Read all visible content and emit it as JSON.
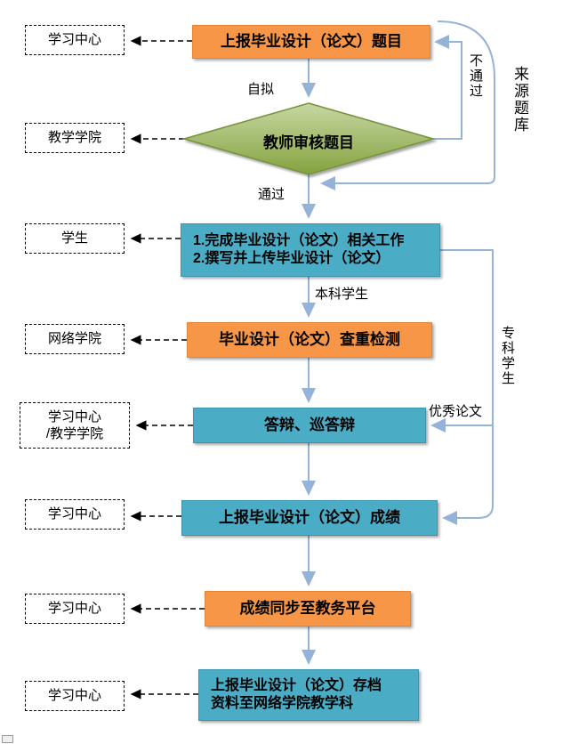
{
  "colors": {
    "orange_box": "#F79646",
    "teal_box": "#4BACC6",
    "diamond_green_light": "#C6D7A2",
    "diamond_green_dark": "#84A23F",
    "arrow_blue": "#95B3D7",
    "dashed_arrow_black": "#000000"
  },
  "left_labels": [
    {
      "lines": [
        "学习中心"
      ]
    },
    {
      "lines": [
        "教学学院"
      ]
    },
    {
      "lines": [
        "学生"
      ]
    },
    {
      "lines": [
        "网络学院"
      ]
    },
    {
      "lines": [
        "学习中心",
        "/教学学院"
      ]
    },
    {
      "lines": [
        "学习中心"
      ]
    },
    {
      "lines": [
        "学习中心"
      ]
    },
    {
      "lines": [
        "学习中心"
      ]
    }
  ],
  "flow": {
    "report_topic": "上报毕业设计（论文）题目",
    "review": "教师审核题目",
    "complete_work_line1": "1.完成毕业设计（论文）相关工作",
    "complete_work_line2": "2.撰写并上传毕业设计（论文）",
    "plagiarism": "毕业设计（论文）查重检测",
    "defense": "答辩、巡答辩",
    "report_grades": "上报毕业设计（论文）成绩",
    "sync_grades": "成绩同步至教务平台",
    "archive_line1": "上报毕业设计（论文）存档",
    "archive_line2": "资料至网络学院教学科"
  },
  "edge_labels": {
    "self_proposed": "自拟",
    "not_passed": "不通过",
    "from_bank": "来源题库",
    "passed": "通过",
    "undergrad": "本科学生",
    "junior": "专科学生",
    "excellent": "优秀论文"
  }
}
